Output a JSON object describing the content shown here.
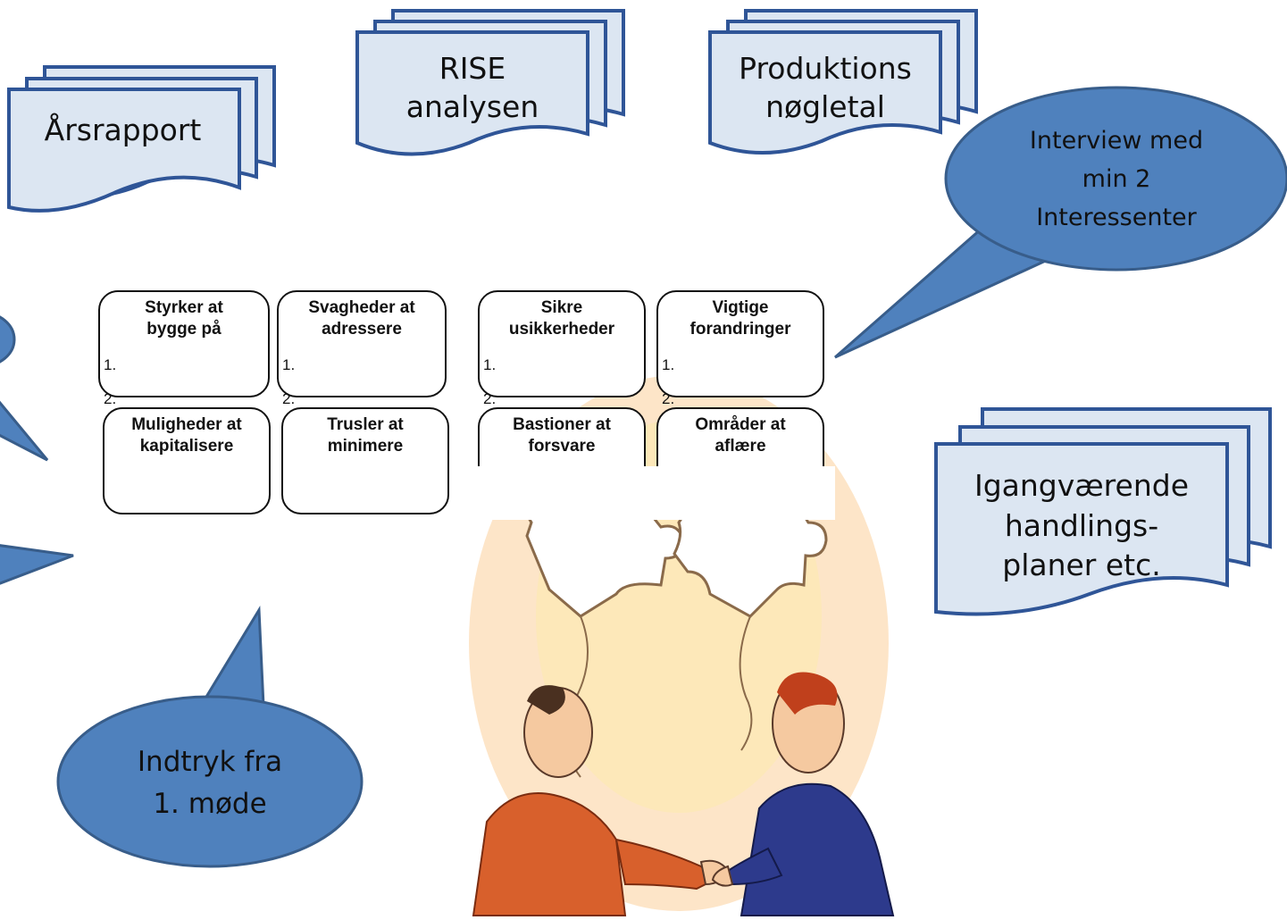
{
  "documents": {
    "arsrapport": "Årsrapport",
    "rise": [
      "RISE",
      "analysen"
    ],
    "produktion": [
      "Produktions",
      "nøgletal"
    ],
    "igangvaerende": [
      "Igangværende",
      "handlings-",
      "planer etc."
    ]
  },
  "callouts": {
    "interview": [
      "Interview med",
      "min 2",
      "Interessenter"
    ],
    "indtryk": [
      "Indtryk fra",
      "1. møde"
    ]
  },
  "matrix": {
    "styrker": "Styrker at\nbygge på",
    "svagheder": "Svagheder at\nadressere",
    "sikre": "Sikre\nusikkerheder",
    "vigtige": "Vigtige\nforandringer",
    "muligheder": "Muligheder at\nkapitalisere",
    "trusler": "Trusler at\nminimere",
    "bastioner": "Bastioner at\nforsvare",
    "omraader": "Områder at\naflære",
    "item1": "1.",
    "item2": "2."
  },
  "colors": {
    "doc_fill": "#dce6f2",
    "doc_stroke": "#2f5597",
    "callout_fill": "#4f81bd",
    "callout_stroke": "#385d8a"
  }
}
